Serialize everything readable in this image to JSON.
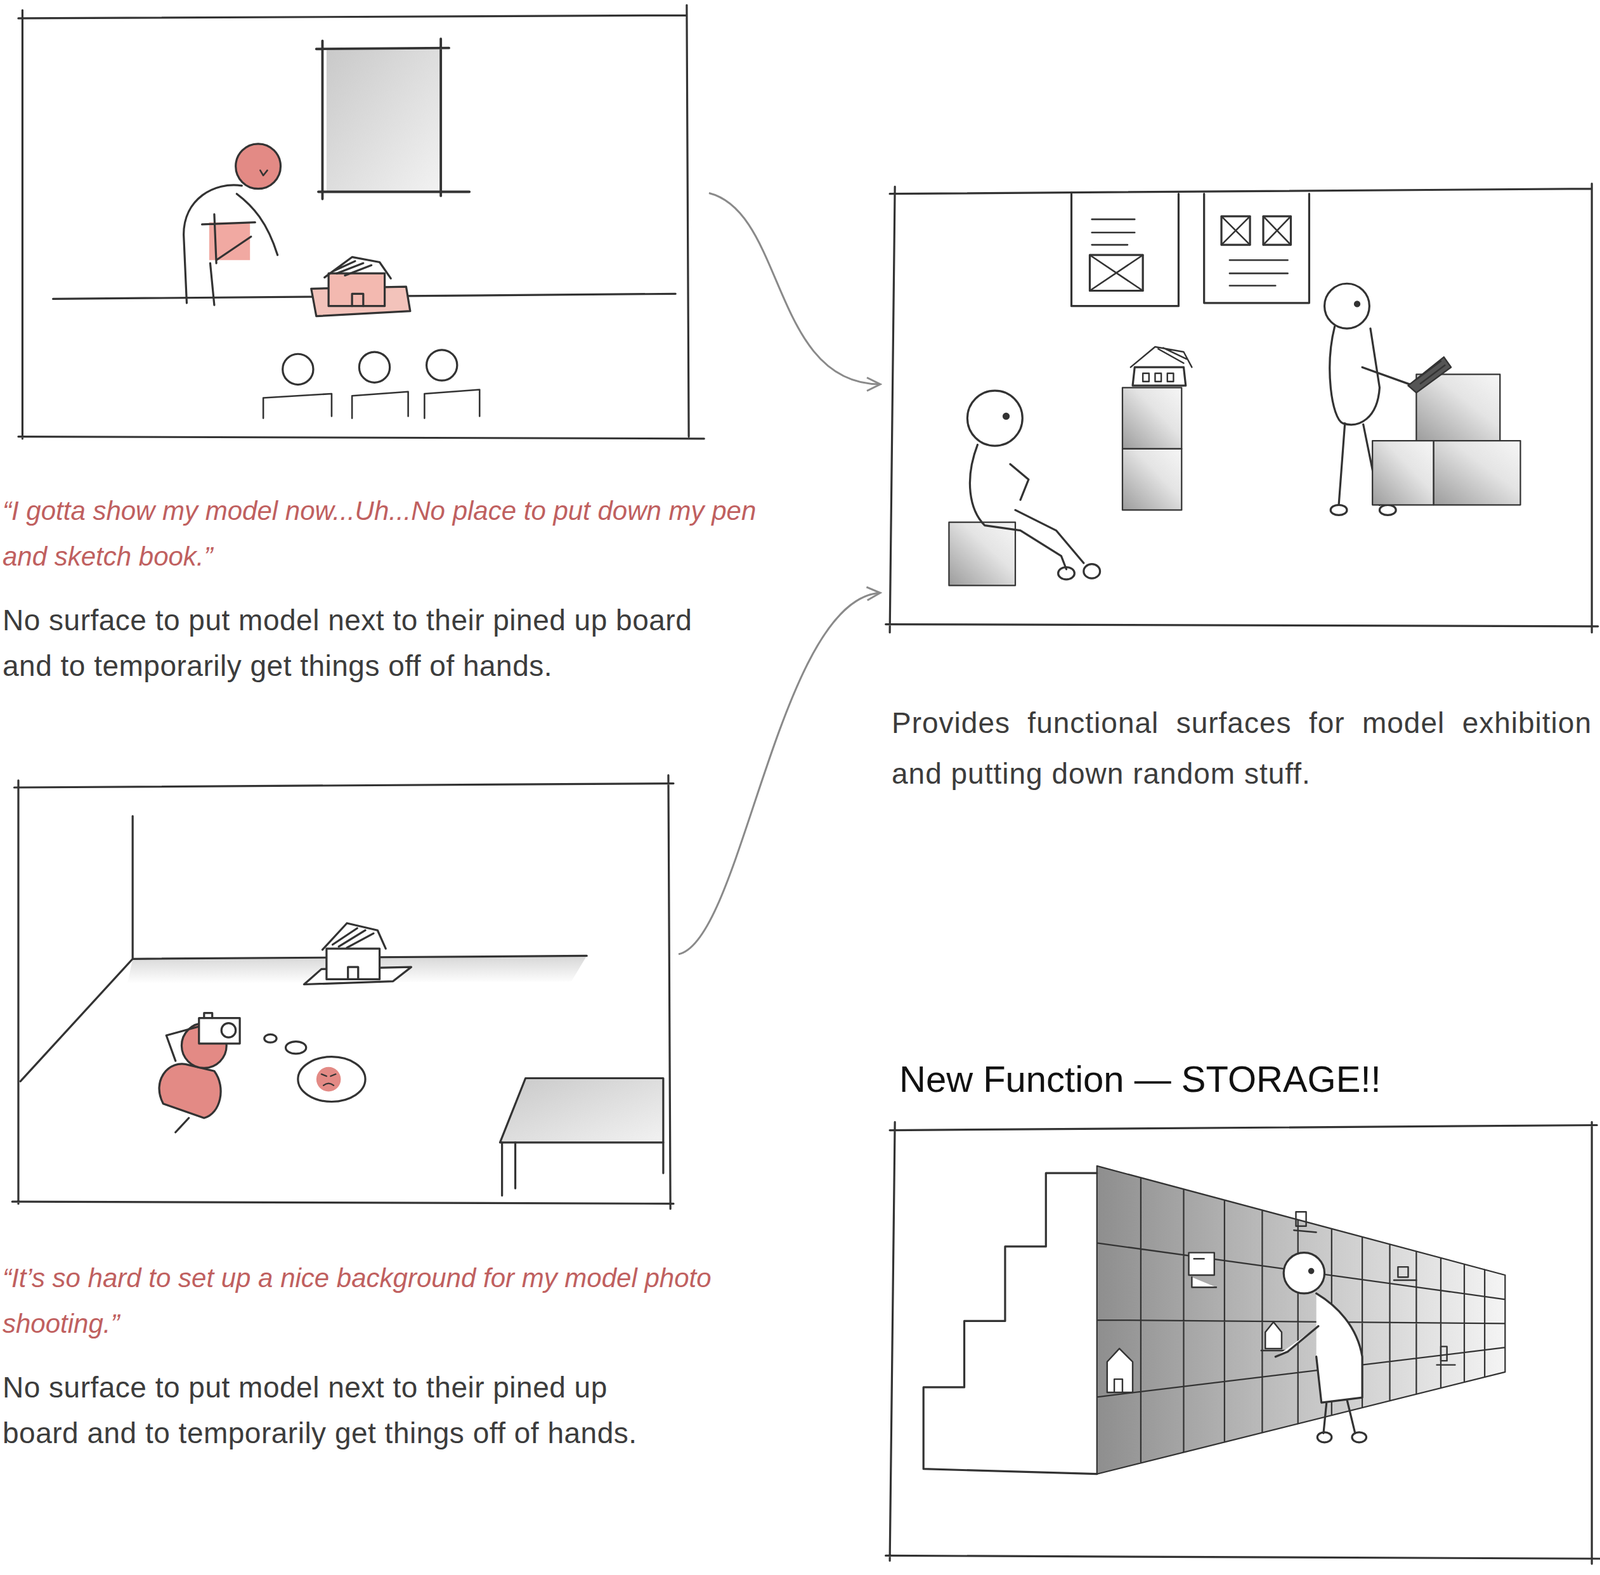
{
  "diagram": {
    "nodes": [
      {
        "text": [
          "“I gotta show my model now...Uh...No place to put down my pen and sketch book.”",
          "No surface to put model next to their pined up board and to temporarily get things off of hands."
        ]
      },
      {
        "text": [
          "Provides functional surfaces for model exhibition and putting down random stuff."
        ]
      },
      {
        "text": [
          "“It’s so hard to set up a nice background for my model photo shooting.”",
          "No surface to put model next to their pined up board and to temporarily get things off of hands."
        ]
      },
      {
        "text": [
          "New Function — STORAGE!!"
        ]
      }
    ],
    "edges": [
      {
        "from": 0,
        "to": 1,
        "arrow": "to"
      },
      {
        "from": 2,
        "to": 1,
        "arrow": "to"
      }
    ]
  }
}
